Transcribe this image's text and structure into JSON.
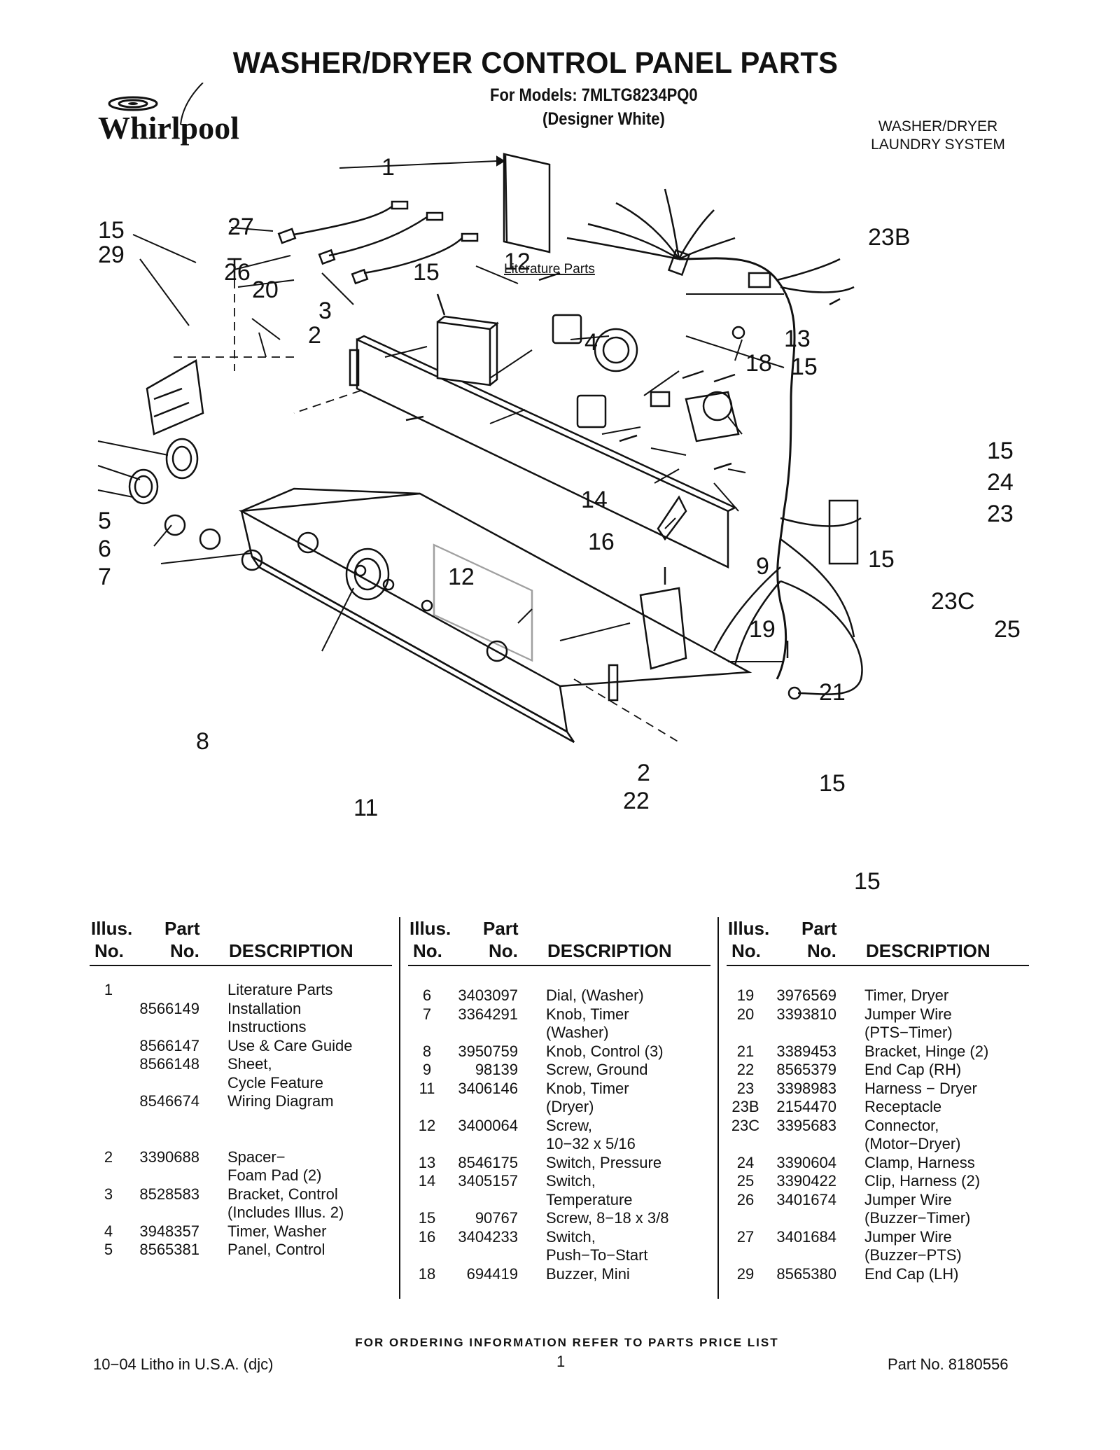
{
  "header": {
    "title": "WASHER/DRYER CONTROL PANEL PARTS",
    "models": "For Models: 7MLTG8234PQ0",
    "variant": "(Designer White)",
    "brand": "Whirlpool",
    "system_line1": "WASHER/DRYER",
    "system_line2": "LAUNDRY SYSTEM"
  },
  "diagram": {
    "literature_label": "Literature Parts",
    "callouts": [
      "1",
      "27",
      "26",
      "20",
      "15",
      "29",
      "15",
      "12",
      "3",
      "2",
      "4",
      "13",
      "18",
      "15",
      "23B",
      "15",
      "24",
      "23",
      "5",
      "6",
      "7",
      "14",
      "16",
      "9",
      "15",
      "12",
      "19",
      "23C",
      "25",
      "8",
      "21",
      "2",
      "22",
      "15",
      "11",
      "15"
    ]
  },
  "table": {
    "headers": {
      "illus": "Illus.",
      "no": "No.",
      "part": "Part",
      "partno": "No.",
      "desc": "DESCRIPTION"
    },
    "columns": [
      [
        {
          "illus": "1",
          "part": "",
          "desc": "Literature Parts"
        },
        {
          "illus": "",
          "part": "8566149",
          "desc": "Installation"
        },
        {
          "illus": "",
          "part": "",
          "desc": "Instructions"
        },
        {
          "illus": "",
          "part": "8566147",
          "desc": "Use & Care Guide"
        },
        {
          "illus": "",
          "part": "8566148",
          "desc": "Sheet,"
        },
        {
          "illus": "",
          "part": "",
          "desc": "Cycle Feature"
        },
        {
          "illus": "",
          "part": "8546674",
          "desc": "Wiring Diagram"
        },
        {
          "illus": "",
          "part": "",
          "desc": ""
        },
        {
          "illus": "",
          "part": "",
          "desc": ""
        },
        {
          "illus": "2",
          "part": "3390688",
          "desc": "Spacer−"
        },
        {
          "illus": "",
          "part": "",
          "desc": "Foam Pad (2)"
        },
        {
          "illus": "3",
          "part": "8528583",
          "desc": "Bracket, Control"
        },
        {
          "illus": "",
          "part": "",
          "desc": "(Includes Illus. 2)"
        },
        {
          "illus": "4",
          "part": "3948357",
          "desc": "Timer, Washer"
        },
        {
          "illus": "5",
          "part": "8565381",
          "desc": "Panel, Control"
        }
      ],
      [
        {
          "illus": "6",
          "part": "3403097",
          "desc": "Dial, (Washer)"
        },
        {
          "illus": "7",
          "part": "3364291",
          "desc": "Knob, Timer"
        },
        {
          "illus": "",
          "part": "",
          "desc": "(Washer)"
        },
        {
          "illus": "8",
          "part": "3950759",
          "desc": "Knob, Control (3)"
        },
        {
          "illus": "9",
          "part": "98139",
          "desc": "Screw, Ground"
        },
        {
          "illus": "11",
          "part": "3406146",
          "desc": "Knob, Timer"
        },
        {
          "illus": "",
          "part": "",
          "desc": "(Dryer)"
        },
        {
          "illus": "12",
          "part": "3400064",
          "desc": "Screw,"
        },
        {
          "illus": "",
          "part": "",
          "desc": "10−32 x 5/16"
        },
        {
          "illus": "13",
          "part": "8546175",
          "desc": "Switch, Pressure"
        },
        {
          "illus": "14",
          "part": "3405157",
          "desc": "Switch,"
        },
        {
          "illus": "",
          "part": "",
          "desc": "Temperature"
        },
        {
          "illus": "15",
          "part": "90767",
          "desc": "Screw, 8−18 x 3/8"
        },
        {
          "illus": "16",
          "part": "3404233",
          "desc": "Switch,"
        },
        {
          "illus": "",
          "part": "",
          "desc": "Push−To−Start"
        },
        {
          "illus": "18",
          "part": "694419",
          "desc": "Buzzer, Mini"
        }
      ],
      [
        {
          "illus": "19",
          "part": "3976569",
          "desc": "Timer, Dryer"
        },
        {
          "illus": "20",
          "part": "3393810",
          "desc": "Jumper Wire"
        },
        {
          "illus": "",
          "part": "",
          "desc": "(PTS−Timer)"
        },
        {
          "illus": "21",
          "part": "3389453",
          "desc": "Bracket, Hinge (2)"
        },
        {
          "illus": "22",
          "part": "8565379",
          "desc": "End Cap (RH)"
        },
        {
          "illus": "23",
          "part": "3398983",
          "desc": "Harness − Dryer"
        },
        {
          "illus": "23B",
          "part": "2154470",
          "desc": "Receptacle"
        },
        {
          "illus": "23C",
          "part": "3395683",
          "desc": "Connector,"
        },
        {
          "illus": "",
          "part": "",
          "desc": "(Motor−Dryer)"
        },
        {
          "illus": "24",
          "part": "3390604",
          "desc": "Clamp, Harness"
        },
        {
          "illus": "25",
          "part": "3390422",
          "desc": "Clip, Harness (2)"
        },
        {
          "illus": "26",
          "part": "3401674",
          "desc": "Jumper Wire"
        },
        {
          "illus": "",
          "part": "",
          "desc": "(Buzzer−Timer)"
        },
        {
          "illus": "27",
          "part": "3401684",
          "desc": "Jumper Wire"
        },
        {
          "illus": "",
          "part": "",
          "desc": "(Buzzer−PTS)"
        },
        {
          "illus": "29",
          "part": "8565380",
          "desc": "End Cap (LH)"
        }
      ]
    ]
  },
  "footer": {
    "note": "FOR ORDERING INFORMATION REFER TO PARTS PRICE LIST",
    "litho": "10−04 Litho in U.S.A. (djc)",
    "page": "1",
    "part_number": "Part No. 8180556"
  }
}
